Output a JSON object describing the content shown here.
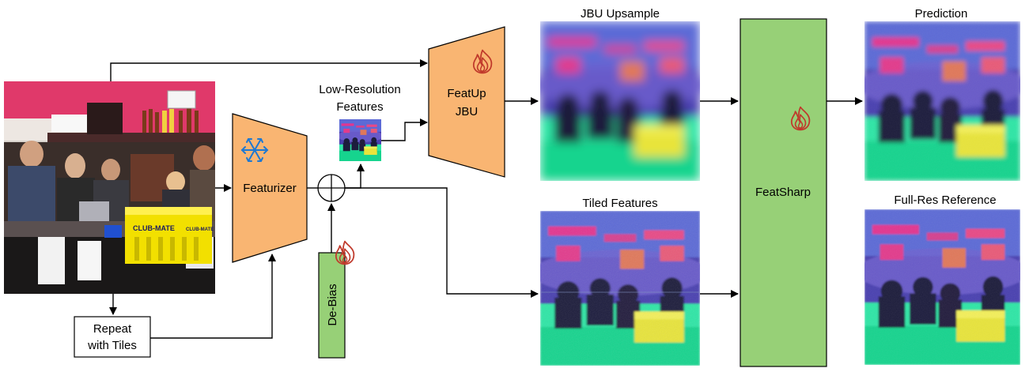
{
  "labels": {
    "repeat_line1": "Repeat",
    "repeat_line2": "with Tiles",
    "featurizer": "Featurizer",
    "debias": "De-Bias",
    "lowres_line1": "Low-Resolution",
    "lowres_line2": "Features",
    "featup_line1": "FeatUp",
    "featup_line2": "JBU",
    "jbu_upsample": "JBU Upsample",
    "tiled_features": "Tiled Features",
    "featsharp": "FeatSharp",
    "prediction": "Prediction",
    "full_res_reference": "Full-Res Reference"
  },
  "input_photo": {
    "crate_text_1": "CLUB-MATE",
    "crate_text_2": "CLUB-MATE"
  },
  "colors": {
    "trainable_orange": "#F9B572",
    "featsharp_green": "#97D077",
    "debias_green": "#97D077",
    "frozen_blue": "#1E78D2",
    "flame_red": "#C0392B"
  },
  "icons": {
    "frozen": "snowflake-icon",
    "trainable": "flame-icon"
  }
}
